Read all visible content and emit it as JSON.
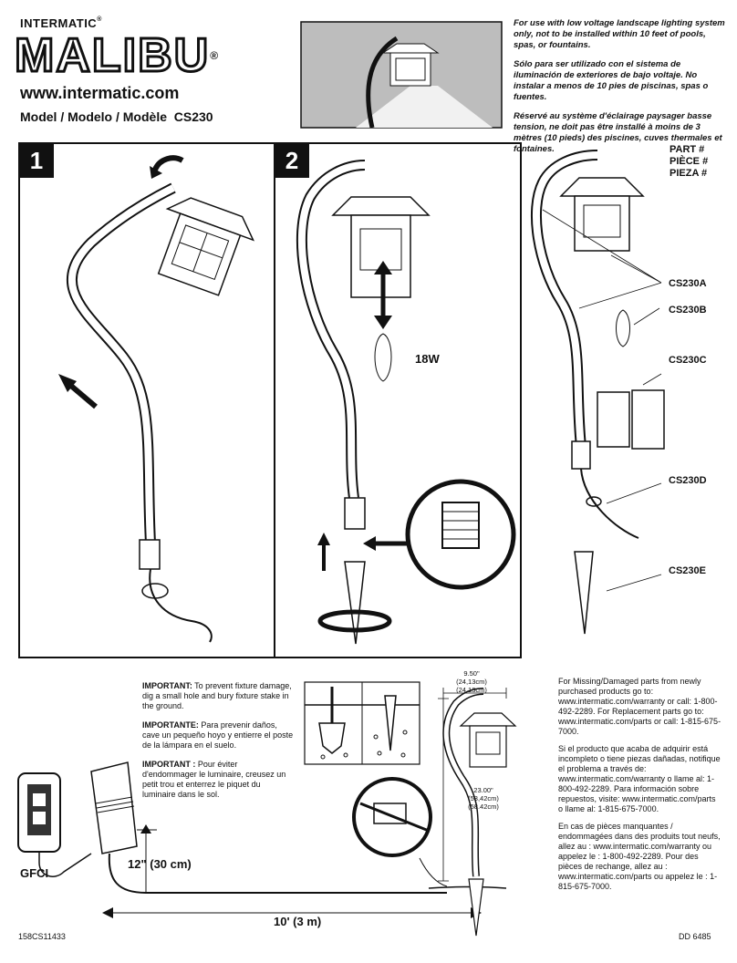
{
  "brand": {
    "maker": "INTERMATIC",
    "product": "MALIBU"
  },
  "website": "www.intermatic.com",
  "model": {
    "label": "Model / Modelo / Modèle",
    "number": "CS230"
  },
  "warnings": [
    "For use with low voltage landscape lighting system only, not to be installed within 10 feet of pools, spas, or fountains.",
    "Sólo para ser utilizado con el sistema de iluminación de exteriores de bajo voltaje. No instalar a menos de 10 pies de piscinas, spas o fuentes.",
    "Réservé au système d'éclairage paysager basse tension, ne doit pas être installé à moins de 3 mètres (10 pieds) des piscines, cuves thermales et fontaines."
  ],
  "steps": [
    "1",
    "2"
  ],
  "bulb_wattage": "18W",
  "parts": {
    "header": [
      "PART #",
      "PIÈCE #",
      "PIEZA #"
    ],
    "items": [
      "CS230A",
      "CS230B",
      "CS230C",
      "CS230D",
      "CS230E"
    ]
  },
  "important": [
    {
      "label": "IMPORTANT:",
      "text": " To prevent fixture damage, dig a small hole and bury fixture stake in the ground."
    },
    {
      "label": "IMPORTANTE:",
      "text": " Para prevenir daños, cave un pequeño hoyo y entierre el poste de la lámpara en el suelo."
    },
    {
      "label": "IMPORTANT :",
      "text": " Pour éviter d'endommager le luminaire, creusez un petit trou et enterrez le piquet du luminaire dans le sol."
    }
  ],
  "dimensions": {
    "width": [
      "9.50\"",
      "(24,13cm)",
      "(24.13cm)"
    ],
    "height": [
      "23.00\"",
      "(58,42cm)",
      "(58.42cm)"
    ],
    "cable_height": "12\" (30 cm)",
    "distance": "10' (3 m)",
    "gfci": "GFCI"
  },
  "contacts": [
    "For Missing/Damaged parts from newly purchased products go to: www.intermatic.com/warranty or call: 1-800-492-2289. For Replacement parts go to: www.intermatic.com/parts or call: 1-815-675-7000.",
    "Si el producto que acaba de adquirir está incompleto o tiene piezas dañadas, notifique el problema a través de: www.intermatic.com/warranty o llame al: 1-800-492-2289. Para información sobre repuestos, visite: www.intermatic.com/parts o llame al: 1-815-675-7000.",
    "En cas de pièces manquantes / endommagées dans des produits tout neufs, allez au : www.intermatic.com/warranty ou appelez le : 1-800-492-2289. Pour des pièces de rechange, allez au : www.intermatic.com/parts ou appelez le : 1-815-675-7000."
  ],
  "footer": {
    "left": "158CS11433",
    "right": "DD 6485"
  }
}
